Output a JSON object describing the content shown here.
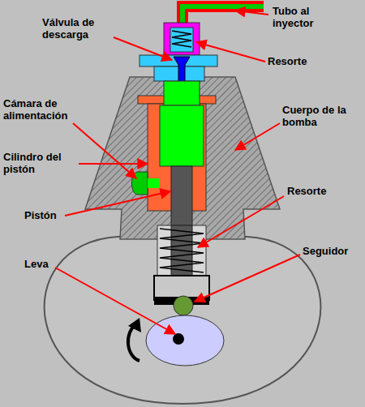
{
  "diagram": {
    "labels": [
      "Válvula de descarga",
      "Tubo al inyector",
      "Resorte",
      "Cámara de alimentación",
      "Cuerpo de la bomba",
      "Cilindro del pistón",
      "Resorte",
      "Pistón",
      "Seguidor",
      "Leva"
    ]
  }
}
